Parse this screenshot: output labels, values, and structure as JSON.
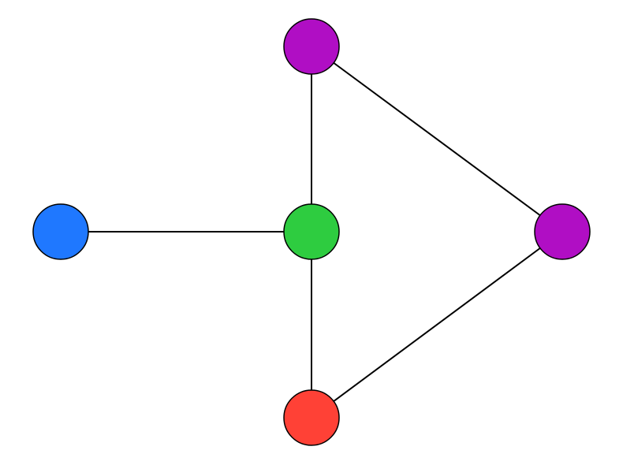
{
  "diagram": {
    "type": "graph",
    "nodes": [
      {
        "id": "top",
        "color": "#b00ec4"
      },
      {
        "id": "left",
        "color": "#1f78ff"
      },
      {
        "id": "center",
        "color": "#2ecc40"
      },
      {
        "id": "right",
        "color": "#b00ec4"
      },
      {
        "id": "bottom",
        "color": "#ff4136"
      }
    ],
    "edges": [
      {
        "source": "top",
        "target": "center"
      },
      {
        "source": "top",
        "target": "right"
      },
      {
        "source": "left",
        "target": "center"
      },
      {
        "source": "center",
        "target": "bottom"
      },
      {
        "source": "right",
        "target": "bottom"
      }
    ]
  }
}
